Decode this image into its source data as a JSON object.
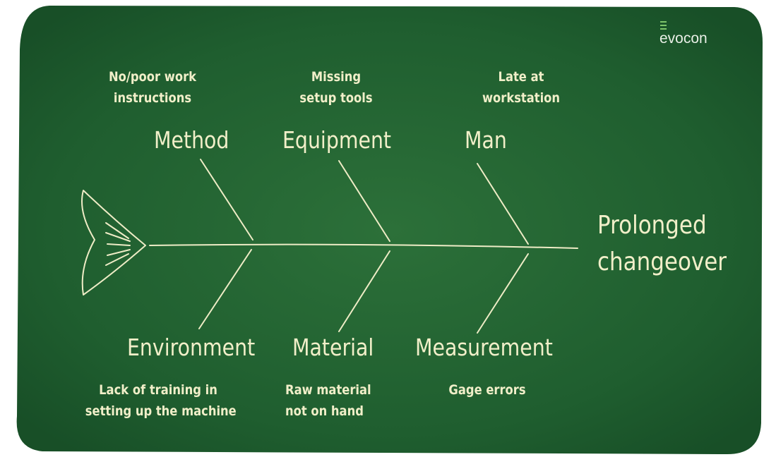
{
  "brand": {
    "name": "evocon",
    "mark_color": "#7ec46a"
  },
  "colors": {
    "board": "#1e5b2e",
    "board_center": "#2b6f3a",
    "chalk": "#f1efc9"
  },
  "effect": {
    "line1": "Prolonged",
    "line2": "changeover"
  },
  "categories": {
    "method": "Method",
    "equipment": "Equipment",
    "man": "Man",
    "environment": "Environment",
    "material": "Material",
    "measurement": "Measurement"
  },
  "causes": {
    "method": [
      "No/poor work",
      "instructions"
    ],
    "equipment": [
      "Missing",
      "setup tools"
    ],
    "man": [
      "Late at",
      "workstation"
    ],
    "environment": [
      "Lack of training in",
      "setting up the machine"
    ],
    "material": [
      "Raw material",
      "not on hand"
    ],
    "measurement": [
      "Gage errors"
    ]
  }
}
